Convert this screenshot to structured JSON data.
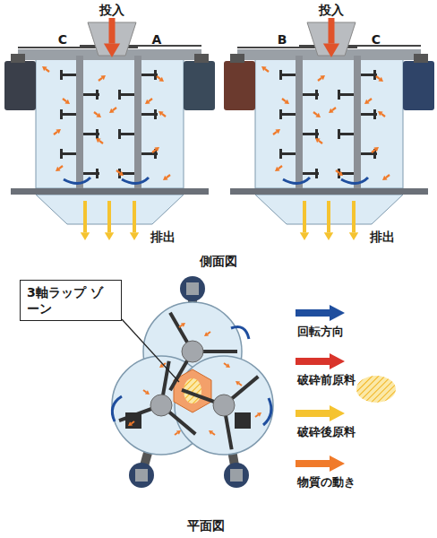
{
  "diagram": {
    "nodes": [
      {
        "text": [
          "3軸ラップ ゾーン"
        ]
      }
    ],
    "labels": [
      "投入",
      "C",
      "A",
      "投入",
      "B",
      "C",
      "排出",
      "排出",
      "側面図",
      "平面図"
    ],
    "legend": [
      {
        "text": "回転方向",
        "color": "#1f4e9e"
      },
      {
        "text": "破砕前原料",
        "color": "#d9342b"
      },
      {
        "text": "破砕後原料",
        "color": "#f5c330"
      },
      {
        "text": "物質の動き",
        "color": "#f07a2a"
      }
    ]
  }
}
